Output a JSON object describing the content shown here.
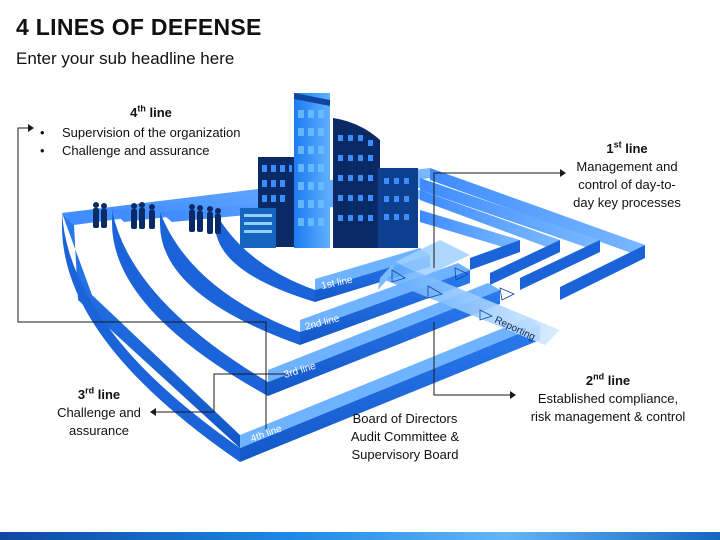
{
  "header": {
    "title": "4 LINES OF DEFENSE",
    "subtitle": "Enter your sub headline here"
  },
  "lines": {
    "fourth": {
      "num": "4",
      "ord": "th",
      "word": "line",
      "bullets": [
        "Supervision of the organization",
        "Challenge and assurance"
      ]
    },
    "first": {
      "num": "1",
      "ord": "st",
      "word": "line",
      "desc": [
        "Management and",
        "control of day-to-",
        "day key processes"
      ]
    },
    "second": {
      "num": "2",
      "ord": "nd",
      "word": "line",
      "desc": [
        "Established compliance,",
        "risk management & control"
      ]
    },
    "third": {
      "num": "3",
      "ord": "rd",
      "word": "line",
      "desc": [
        "Challenge and",
        "assurance"
      ]
    }
  },
  "board": [
    "Board of Directors",
    "Audit Committee &",
    "Supervisory Board"
  ],
  "path_labels": {
    "first": "1st line",
    "second": "2nd line",
    "third": "3rd line",
    "fourth": "4th line",
    "reporting": "Reporting"
  },
  "colors": {
    "band_top": "#5aa0ff",
    "band_side": "#1f6fe6",
    "band_dark": "#0d47a1",
    "building_light": "#1e90ff",
    "building_dark": "#0a2a66",
    "reporting": "#b3d9ff",
    "connector": "#1a1a1a"
  }
}
